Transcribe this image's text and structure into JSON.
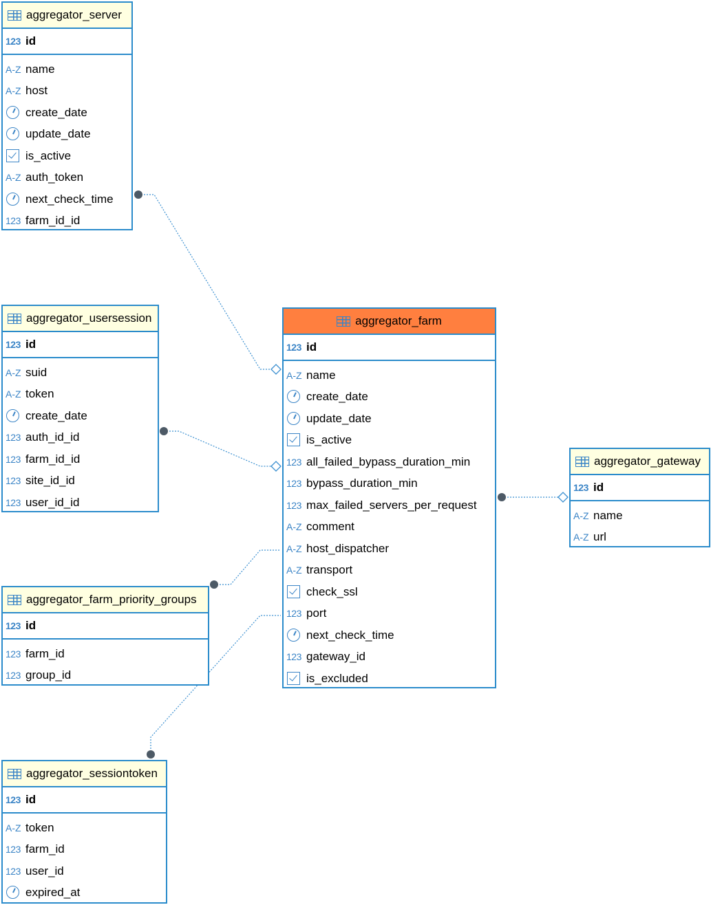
{
  "entities": {
    "server": {
      "name": "aggregator_server",
      "pk": "id",
      "columns": [
        {
          "name": "name",
          "type": "string"
        },
        {
          "name": "host",
          "type": "string"
        },
        {
          "name": "create_date",
          "type": "datetime"
        },
        {
          "name": "update_date",
          "type": "datetime"
        },
        {
          "name": "is_active",
          "type": "boolean"
        },
        {
          "name": "auth_token",
          "type": "string"
        },
        {
          "name": "next_check_time",
          "type": "datetime"
        },
        {
          "name": "farm_id_id",
          "type": "number"
        }
      ]
    },
    "usersession": {
      "name": "aggregator_usersession",
      "pk": "id",
      "columns": [
        {
          "name": "suid",
          "type": "string"
        },
        {
          "name": "token",
          "type": "string"
        },
        {
          "name": "create_date",
          "type": "datetime"
        },
        {
          "name": "auth_id_id",
          "type": "number"
        },
        {
          "name": "farm_id_id",
          "type": "number"
        },
        {
          "name": "site_id_id",
          "type": "number"
        },
        {
          "name": "user_id_id",
          "type": "number"
        }
      ]
    },
    "farm": {
      "name": "aggregator_farm",
      "pk": "id",
      "columns": [
        {
          "name": "name",
          "type": "string"
        },
        {
          "name": "create_date",
          "type": "datetime"
        },
        {
          "name": "update_date",
          "type": "datetime"
        },
        {
          "name": "is_active",
          "type": "boolean"
        },
        {
          "name": "all_failed_bypass_duration_min",
          "type": "number"
        },
        {
          "name": "bypass_duration_min",
          "type": "number"
        },
        {
          "name": "max_failed_servers_per_request",
          "type": "number"
        },
        {
          "name": "comment",
          "type": "string"
        },
        {
          "name": "host_dispatcher",
          "type": "string"
        },
        {
          "name": "transport",
          "type": "string"
        },
        {
          "name": "check_ssl",
          "type": "boolean"
        },
        {
          "name": "port",
          "type": "number"
        },
        {
          "name": "next_check_time",
          "type": "datetime"
        },
        {
          "name": "gateway_id",
          "type": "number"
        },
        {
          "name": "is_excluded",
          "type": "boolean"
        }
      ]
    },
    "gateway": {
      "name": "aggregator_gateway",
      "pk": "id",
      "columns": [
        {
          "name": "name",
          "type": "string"
        },
        {
          "name": "url",
          "type": "string"
        }
      ]
    },
    "priority_groups": {
      "name": "aggregator_farm_priority_groups",
      "pk": "id",
      "columns": [
        {
          "name": "farm_id",
          "type": "number"
        },
        {
          "name": "group_id",
          "type": "number"
        }
      ]
    },
    "sessiontoken": {
      "name": "aggregator_sessiontoken",
      "pk": "id",
      "columns": [
        {
          "name": "token",
          "type": "string"
        },
        {
          "name": "farm_id",
          "type": "number"
        },
        {
          "name": "user_id",
          "type": "number"
        },
        {
          "name": "expired_at",
          "type": "datetime"
        }
      ]
    }
  },
  "relationships": [
    {
      "from": "aggregator_server",
      "to": "aggregator_farm"
    },
    {
      "from": "aggregator_usersession",
      "to": "aggregator_farm"
    },
    {
      "from": "aggregator_farm_priority_groups",
      "to": "aggregator_farm"
    },
    {
      "from": "aggregator_sessiontoken",
      "to": "aggregator_farm"
    },
    {
      "from": "aggregator_farm",
      "to": "aggregator_gateway"
    }
  ],
  "icons": {
    "number": {
      "name": "numeric-type-icon",
      "glyph": "123"
    },
    "string": {
      "name": "text-type-icon",
      "glyph": "A-Z"
    },
    "datetime": {
      "name": "clock-icon",
      "glyph": ""
    },
    "boolean": {
      "name": "checkbox-icon",
      "glyph": ""
    },
    "pk": {
      "name": "numeric-type-icon",
      "glyph": "123"
    },
    "table": {
      "name": "table-icon"
    }
  },
  "colors": {
    "border": "#2a8bcb",
    "header": "#ffffe1",
    "main_header": "#ff7f3f",
    "link": "#3a8fd0",
    "dot": "#4d5a66"
  }
}
